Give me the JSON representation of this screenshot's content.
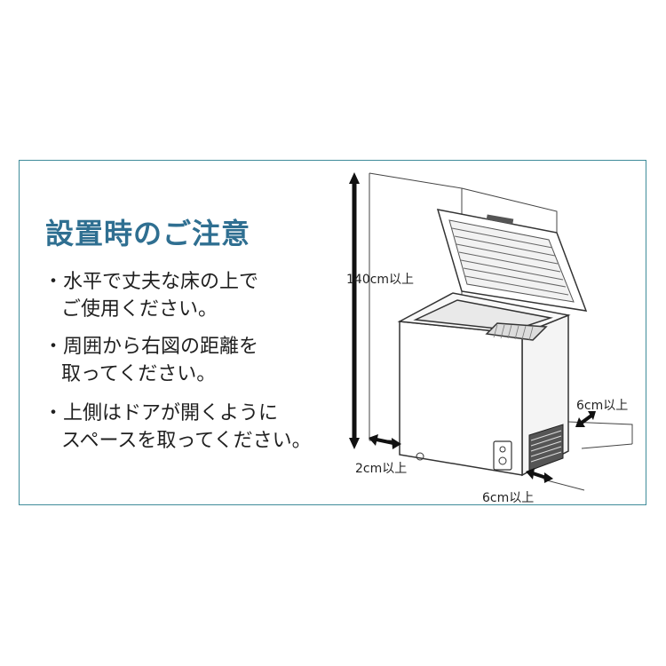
{
  "title": "設置時のご注意",
  "notes": [
    {
      "line1": "水平で丈夫な床の上で",
      "line2": "ご使用ください。"
    },
    {
      "line1": "周囲から右図の距離を",
      "line2": "取ってください。"
    },
    {
      "line1": "上側はドアが開くように",
      "line2": "スペースを取ってください。"
    }
  ],
  "clearances": {
    "height": "140cm以上",
    "left": "2cm以上",
    "back": "6cm以上",
    "bottom": "6cm以上"
  },
  "colors": {
    "title": "#2f6f91",
    "frame": "#3f8c9a"
  }
}
